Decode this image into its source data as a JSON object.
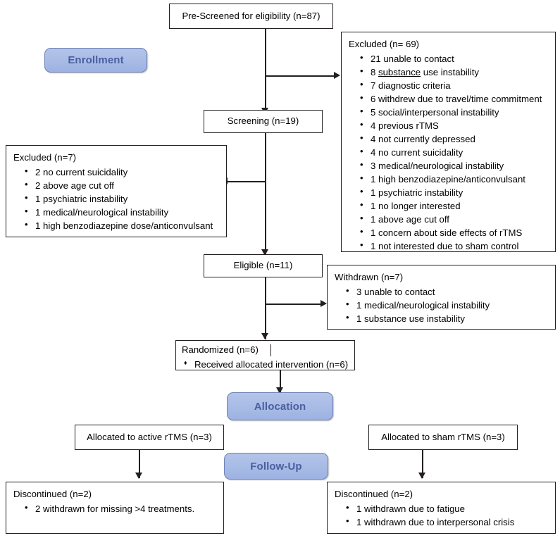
{
  "diagram": {
    "title": "CONSORT participant flow diagram",
    "accent_color": "#a8bbe6",
    "accent_text_color": "#4a5f9e",
    "line_color": "#231f20"
  },
  "phases": {
    "enrollment": "Enrollment",
    "allocation": "Allocation",
    "followup": "Follow-Up"
  },
  "nodes": {
    "prescreened": {
      "title": "Pre-Screened for eligibility (n=87)"
    },
    "excluded_prescreen": {
      "title": "Excluded (n= 69)",
      "items": [
        "21 unable to contact",
        "8 substance use instability",
        "7 diagnostic criteria",
        "6 withdrew due to travel/time commitment",
        "5 social/interpersonal instability",
        "4 previous rTMS",
        "4 not currently depressed",
        "4 no current suicidality",
        "3 medical/neurological instability",
        "1 high benzodiazepine/anticonvulsant",
        "1 psychiatric instability",
        "1 no longer interested",
        "1 above age cut off",
        "1 concern about side effects of rTMS",
        "1 not interested due to sham control"
      ],
      "underlined_item_index": 1,
      "underlined_word": "substance"
    },
    "screening": {
      "title": "Screening (n=19)"
    },
    "excluded_screening": {
      "title": "Excluded (n=7)",
      "items": [
        "2 no current suicidality",
        "2 above age cut off",
        "1 psychiatric instability",
        "1 medical/neurological instability",
        "1 high benzodiazepine dose/anticonvulsant"
      ]
    },
    "eligible": {
      "title": "Eligible (n=11)"
    },
    "withdrawn": {
      "title": "Withdrawn (n=7)",
      "items": [
        "3 unable to contact",
        "1 medical/neurological instability",
        "1 substance use instability"
      ]
    },
    "randomized": {
      "title": "Randomized (n=6)",
      "items": [
        "Received allocated intervention (n=6)"
      ]
    },
    "allocated_active": {
      "title": "Allocated to active rTMS (n=3)"
    },
    "allocated_sham": {
      "title": "Allocated to sham rTMS (n=3)"
    },
    "discontinued_active": {
      "title": "Discontinued (n=2)",
      "items": [
        "2 withdrawn for missing >4 treatments."
      ]
    },
    "discontinued_sham": {
      "title": "Discontinued (n=2)",
      "items": [
        "1 withdrawn due to fatigue",
        "1 withdrawn due to interpersonal crisis"
      ]
    }
  }
}
